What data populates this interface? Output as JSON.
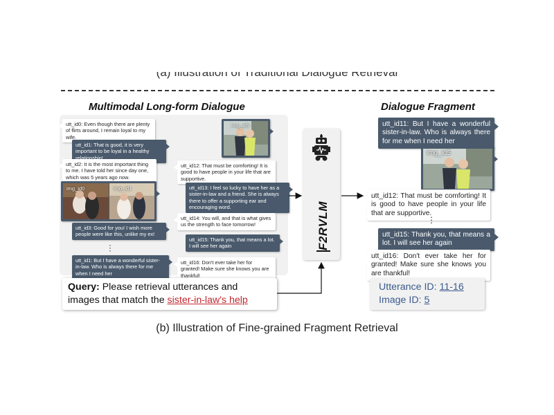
{
  "top_caption": "(a) Illustration of Traditional Dialogue Retrieval",
  "left_title": "Multimodal Long-form Dialogue",
  "right_title": "Dialogue Fragment",
  "model_name": "F2RVLM",
  "left_col1": [
    {
      "text": "utt_id0: Even though there are plenty of flirts around, I remain loyal to my wife.",
      "style": "w"
    },
    {
      "text": "utt_id1: That is good, it is very important to be loyal in a healthy relationship!",
      "style": "d"
    },
    {
      "text": "utt_id2: It is the most important thing to me. I have told her since day one, which was 5 years ago now.",
      "style": "w"
    },
    {
      "text": "utt_id3: Good for you! I wish more people were like this, unlike my ex!",
      "style": "d"
    },
    {
      "text": "utt_id1: But I have a wonderful sister-in-law. Who is always there for me when I need her",
      "style": "d"
    }
  ],
  "left_col2": [
    {
      "text": "utt_id12: That must be comforting! It is good to have people in your life that are supportive.",
      "style": "w"
    },
    {
      "text": "utt_id13: I feel so lucky to have her as a sister-in-law and a friend. She is always there to offer a supporting ear and encouraging word.",
      "style": "d"
    },
    {
      "text": "utt_id14: You will, and that is what gives us the strength to face tomorrow!",
      "style": "w"
    },
    {
      "text": "utt_id15: Thank you, that means a lot. I will see her again",
      "style": "d"
    },
    {
      "text": "utt_id16: Don't ever take her for granted! Make sure she knows you are thankful!",
      "style": "w"
    }
  ],
  "left_images": {
    "img0": "img_id0",
    "img1": "img_id1",
    "img5": "img_id5"
  },
  "right_items": [
    {
      "text": "utt_id11: But I have a wonderful sister-in-law. Who is always there for me when I need her",
      "style": "d"
    },
    {
      "text": "utt_id12: That must be comforting! It is good to have people in your life that are supportive.",
      "style": "w"
    },
    {
      "text": "utt_id15: Thank you, that means a lot. I will see her again",
      "style": "d"
    },
    {
      "text": "utt_id16: Don't ever take her for granted! Make sure she knows you are thankful!",
      "style": "w"
    }
  ],
  "right_image_label": "img_id5",
  "query": {
    "label": "Query:",
    "text_before": "Please retrieval utterances and images that match the",
    "highlight": "sister-in-law's help"
  },
  "result": {
    "utt_label": "Utterance ID:",
    "utt_value": "11-16",
    "img_label": "Image ID:",
    "img_value": "5"
  },
  "bottom_caption": "(b) Illustration of Fine-grained Fragment Retrieval",
  "colors": {
    "dark_bubble": "#4a5a6c",
    "panel": "#f1f1f1",
    "highlight": "#c0262c",
    "result_text": "#3a5b8c"
  }
}
